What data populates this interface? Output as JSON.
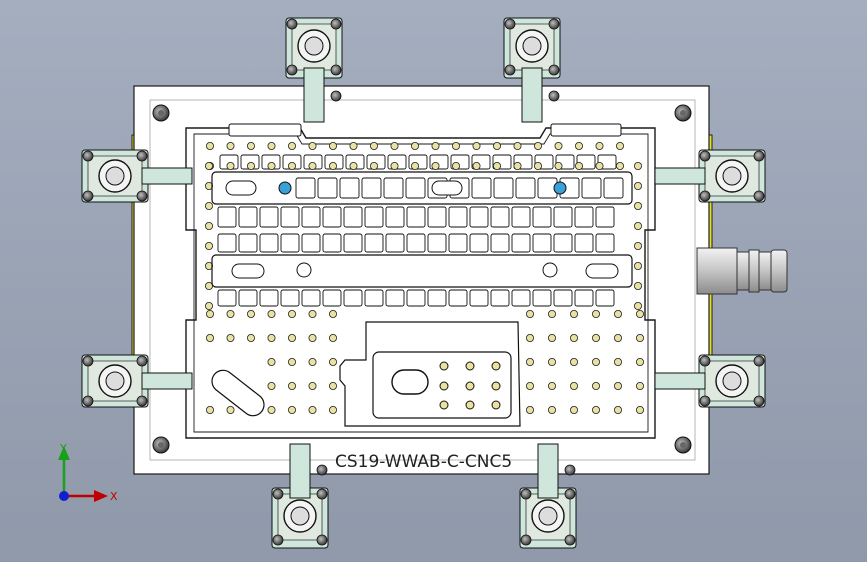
{
  "drawing": {
    "part_label": "CS19-WWAB-C-CNC5"
  },
  "triad": {
    "x_label": "X",
    "y_label": "Y"
  },
  "colors": {
    "background": "#9aa4b5",
    "plate": "#ffffff",
    "clamp": "#cfe6dc",
    "yellow_rail": "#e8e028",
    "outline": "#1a1a1a",
    "hole": "#e9e2a0"
  },
  "icons": [
    "clamp-icon",
    "hole-icon",
    "fitting-icon",
    "axis-triad-icon"
  ]
}
